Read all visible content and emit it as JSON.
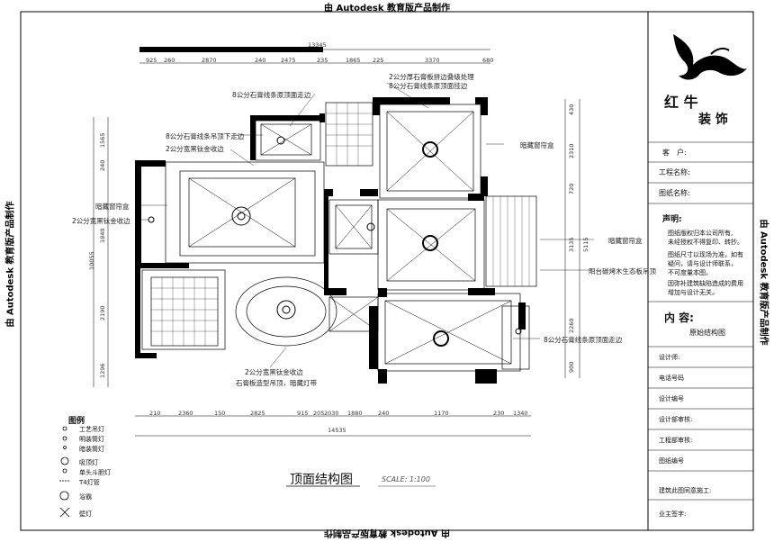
{
  "watermark": "由 Autodesk 教育版产品制作",
  "title_block": {
    "brand": "红 牛",
    "brand_sub": "装 饰",
    "client_label": "客　户:",
    "project_label": "工程名称:",
    "drawing_label": "图纸名称:",
    "declaration_title": "声明:",
    "declarations": [
      "图纸版权归本公司所有,",
      "未经授权不得复印、转抄。",
      "图纸尺寸以现场为准，如有",
      "疑问，请与设计师联系，",
      "不可度量本图。",
      "因弥补建筑缺陷造成的费用",
      "增加与设计无关。"
    ],
    "content_label": "内 容:",
    "content_value": "原始结构图",
    "fields": [
      "设计师:",
      "电话号码",
      "设计编号",
      "设计部审核:",
      "工程部审核:",
      "图纸编号"
    ],
    "customer_confirm": "建筑此图同意施工:",
    "owner_sign": "业主签字:"
  },
  "drawing": {
    "title": "顶面结构图",
    "scale": "SCALE: 1:100",
    "total_width": "13345",
    "total_width_bottom": "14535",
    "total_height": "10055",
    "top_dims": [
      "925",
      "260",
      "2870",
      "240",
      "2475",
      "235",
      "1865",
      "225",
      "3370",
      "680"
    ],
    "bottom_dims": [
      "210",
      "2360",
      "150",
      "2825",
      "915",
      "205",
      "2030",
      "1880",
      "240",
      "1170",
      "230",
      "1340"
    ],
    "left_dims": [
      "1565",
      "240",
      "1840",
      "2190",
      "1296"
    ],
    "right_dims": [
      "430",
      "2310",
      "720",
      "3135",
      "5115",
      "2260",
      "900"
    ],
    "annotations": [
      "8公分石膏线条原顶面走边",
      "2公分厚石膏板拼边叠级处理",
      "8公分石膏线条原顶面挂边",
      "8公分石膏线条吊顶下走边",
      "2公分宽黑钛金收边",
      "暗藏窗帘盒",
      "暗藏窗帘盒",
      "2公分宽黑钛金收边",
      "暗藏窗帘盒",
      "阳台碳烤木生态板吊顶",
      "8公分石膏线条原顶面走边",
      "2公分宽黑钛金收边",
      "石膏板造型吊顶，暗藏灯带"
    ]
  },
  "legend": {
    "title": "图例",
    "items": [
      "工艺吊灯",
      "明装筒灯",
      "暗装筒灯",
      "吸顶灯",
      "单头斗胆灯",
      "T4灯管",
      "浴霸",
      "壁灯"
    ]
  }
}
